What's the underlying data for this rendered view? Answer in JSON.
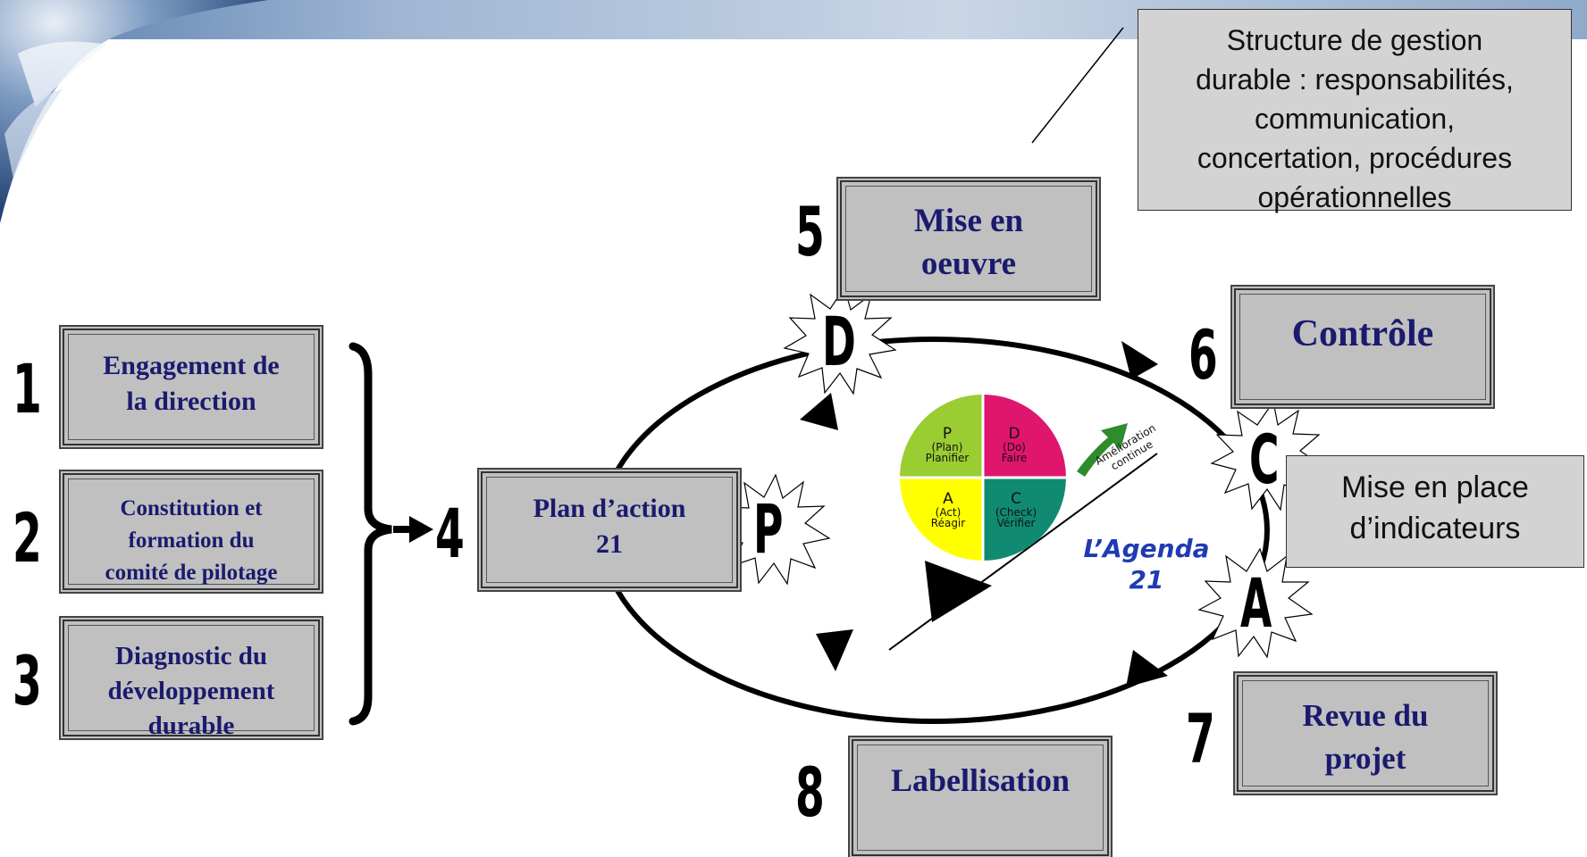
{
  "steps": {
    "s1": {
      "num": "1",
      "line1": "Engagement de",
      "line2": "la direction"
    },
    "s2": {
      "num": "2",
      "line1": "Constitution et",
      "line2": "formation du",
      "line3": "comité de pilotage"
    },
    "s3": {
      "num": "3",
      "line1": "Diagnostic du",
      "line2": "développement",
      "line3": "durable"
    },
    "s4": {
      "num": "4",
      "line1": "Plan d’action",
      "line2": "21"
    },
    "s5": {
      "num": "5",
      "line1": "Mise en",
      "line2": "oeuvre"
    },
    "s6": {
      "num": "6",
      "line1": "Contrôle"
    },
    "s7": {
      "num": "7",
      "line1": "Revue du",
      "line2": "projet"
    },
    "s8": {
      "num": "8",
      "line1": "Labellisation"
    }
  },
  "notes": {
    "structure": {
      "line1": "Structure de gestion",
      "line2": "durable : responsabilités,",
      "line3": "communication,",
      "line4": "concertation, procédures",
      "line5": "opérationnelles"
    },
    "indicators": {
      "line1": "Mise en place",
      "line2": "d’indicateurs"
    }
  },
  "pdca": {
    "P": "P",
    "D": "D",
    "C": "C",
    "A": "A",
    "wheel": {
      "p_letter": "P",
      "p_sub1": "(Plan)",
      "p_sub2": "Planifier",
      "d_letter": "D",
      "d_sub1": "(Do)",
      "d_sub2": "Faire",
      "a_letter": "A",
      "a_sub1": "(Act)",
      "a_sub2": "Réagir",
      "c_letter": "C",
      "c_sub1": "(Check)",
      "c_sub2": "Vérifier"
    },
    "amelioration1": "Amélioration",
    "amelioration2": "continue",
    "agenda1": "L’Agenda",
    "agenda2": "21"
  },
  "colors": {
    "plan": "#9acd32",
    "do": "#e0156e",
    "act": "#ffff00",
    "check": "#108a70",
    "label_text": "#1a1a6e",
    "agenda_text": "#1f3bb3",
    "box_fill": "#c0c0c0"
  }
}
